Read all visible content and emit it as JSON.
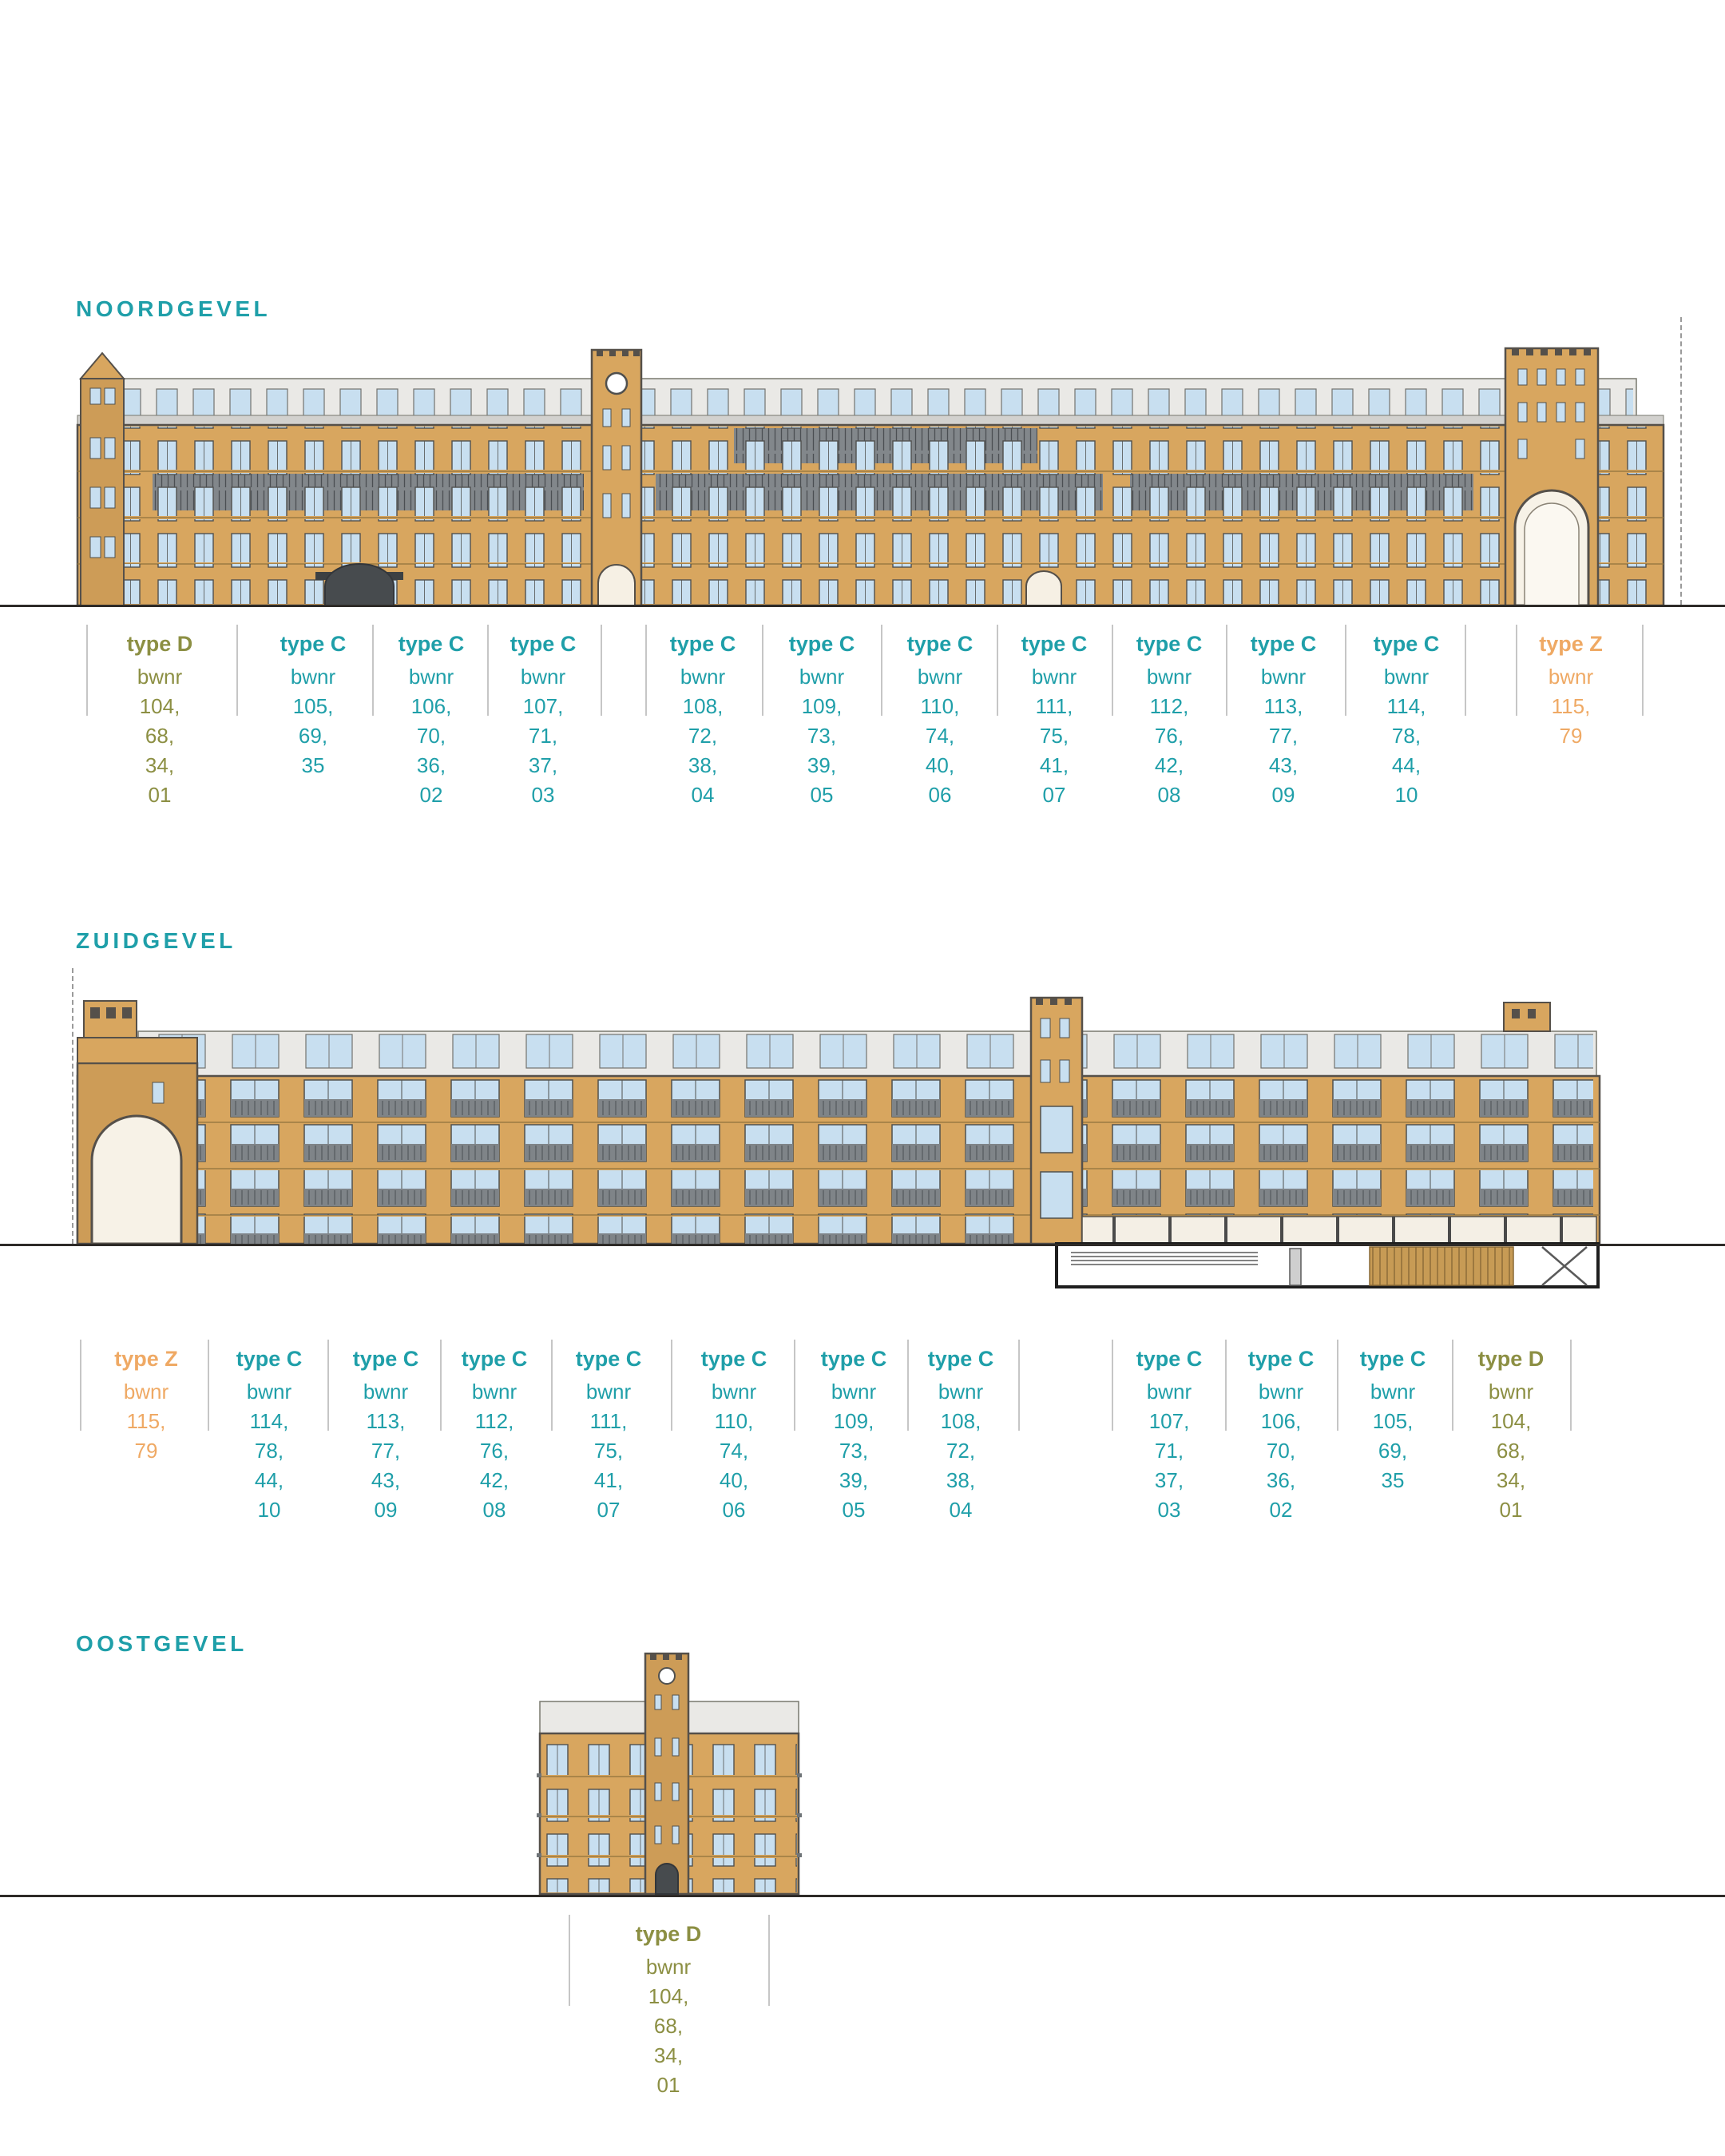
{
  "palette": {
    "teal": "#1F9FA9",
    "olive": "#8C8F43",
    "orange": "#EFA964",
    "facade_tan": "#D8A65F",
    "window_blue": "#C8DFF0",
    "ground_line": "#2e2b28"
  },
  "sections": [
    {
      "title": "NOORDGEVEL",
      "labels": [
        {
          "type": "type D",
          "color": "olive",
          "bwnr_label": "bwnr",
          "numbers": [
            "104,",
            "68,",
            "34,",
            "01"
          ]
        },
        {
          "type": "type C",
          "color": "teal",
          "bwnr_label": "bwnr",
          "numbers": [
            "105,",
            "69,",
            "35"
          ]
        },
        {
          "type": "type C",
          "color": "teal",
          "bwnr_label": "bwnr",
          "numbers": [
            "106,",
            "70,",
            "36,",
            "02"
          ]
        },
        {
          "type": "type C",
          "color": "teal",
          "bwnr_label": "bwnr",
          "numbers": [
            "107,",
            "71,",
            "37,",
            "03"
          ]
        },
        {
          "type": "type C",
          "color": "teal",
          "bwnr_label": "bwnr",
          "numbers": [
            "108,",
            "72,",
            "38,",
            "04"
          ]
        },
        {
          "type": "type C",
          "color": "teal",
          "bwnr_label": "bwnr",
          "numbers": [
            "109,",
            "73,",
            "39,",
            "05"
          ]
        },
        {
          "type": "type C",
          "color": "teal",
          "bwnr_label": "bwnr",
          "numbers": [
            "110,",
            "74,",
            "40,",
            "06"
          ]
        },
        {
          "type": "type C",
          "color": "teal",
          "bwnr_label": "bwnr",
          "numbers": [
            "111,",
            "75,",
            "41,",
            "07"
          ]
        },
        {
          "type": "type C",
          "color": "teal",
          "bwnr_label": "bwnr",
          "numbers": [
            "112,",
            "76,",
            "42,",
            "08"
          ]
        },
        {
          "type": "type C",
          "color": "teal",
          "bwnr_label": "bwnr",
          "numbers": [
            "113,",
            "77,",
            "43,",
            "09"
          ]
        },
        {
          "type": "type C",
          "color": "teal",
          "bwnr_label": "bwnr",
          "numbers": [
            "114,",
            "78,",
            "44,",
            "10"
          ]
        },
        {
          "type": "type Z",
          "color": "orange",
          "bwnr_label": "bwnr",
          "numbers": [
            "115,",
            "79"
          ]
        }
      ]
    },
    {
      "title": "ZUIDGEVEL",
      "labels": [
        {
          "type": "type Z",
          "color": "orange",
          "bwnr_label": "bwnr",
          "numbers": [
            "115,",
            "79"
          ]
        },
        {
          "type": "type C",
          "color": "teal",
          "bwnr_label": "bwnr",
          "numbers": [
            "114,",
            "78,",
            "44,",
            "10"
          ]
        },
        {
          "type": "type C",
          "color": "teal",
          "bwnr_label": "bwnr",
          "numbers": [
            "113,",
            "77,",
            "43,",
            "09"
          ]
        },
        {
          "type": "type C",
          "color": "teal",
          "bwnr_label": "bwnr",
          "numbers": [
            "112,",
            "76,",
            "42,",
            "08"
          ]
        },
        {
          "type": "type C",
          "color": "teal",
          "bwnr_label": "bwnr",
          "numbers": [
            "111,",
            "75,",
            "41,",
            "07"
          ]
        },
        {
          "type": "type C",
          "color": "teal",
          "bwnr_label": "bwnr",
          "numbers": [
            "110,",
            "74,",
            "40,",
            "06"
          ]
        },
        {
          "type": "type C",
          "color": "teal",
          "bwnr_label": "bwnr",
          "numbers": [
            "109,",
            "73,",
            "39,",
            "05"
          ]
        },
        {
          "type": "type C",
          "color": "teal",
          "bwnr_label": "bwnr",
          "numbers": [
            "108,",
            "72,",
            "38,",
            "04"
          ]
        },
        {
          "type": "type C",
          "color": "teal",
          "bwnr_label": "bwnr",
          "numbers": [
            "107,",
            "71,",
            "37,",
            "03"
          ]
        },
        {
          "type": "type C",
          "color": "teal",
          "bwnr_label": "bwnr",
          "numbers": [
            "106,",
            "70,",
            "36,",
            "02"
          ]
        },
        {
          "type": "type C",
          "color": "teal",
          "bwnr_label": "bwnr",
          "numbers": [
            "105,",
            "69,",
            "35"
          ]
        },
        {
          "type": "type D",
          "color": "olive",
          "bwnr_label": "bwnr",
          "numbers": [
            "104,",
            "68,",
            "34,",
            "01"
          ]
        }
      ]
    },
    {
      "title": "OOSTGEVEL",
      "labels": [
        {
          "type": "type D",
          "color": "olive",
          "bwnr_label": "bwnr",
          "numbers": [
            "104,",
            "68,",
            "34,",
            "01"
          ]
        }
      ]
    }
  ]
}
